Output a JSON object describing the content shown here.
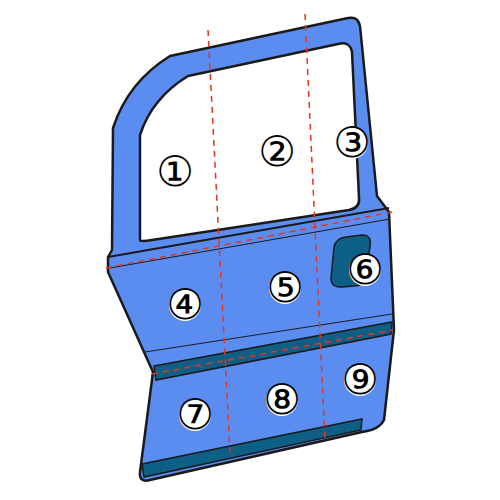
{
  "diagram": {
    "labels": [
      "①",
      "②",
      "③",
      "④",
      "⑤",
      "⑥",
      "⑦",
      "⑧",
      "⑨"
    ]
  }
}
